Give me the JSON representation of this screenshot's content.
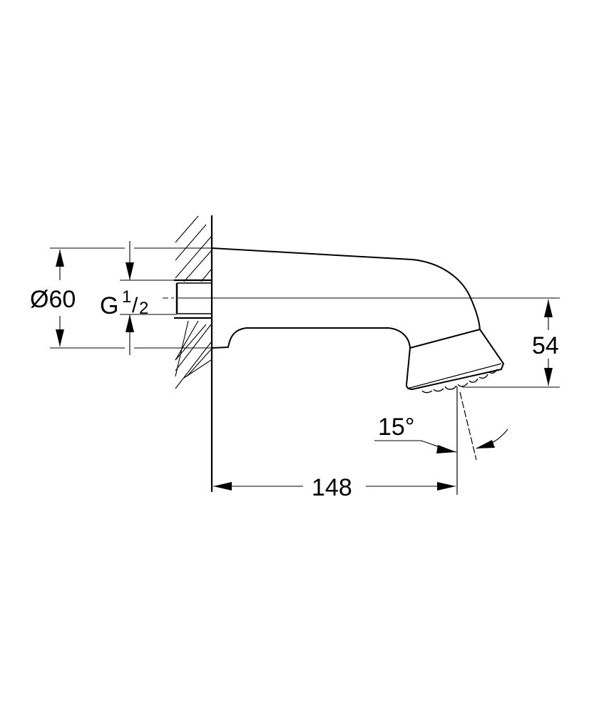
{
  "diagram": {
    "subject": "Bath spout with hand shower head, side view mounted on wall",
    "colors": {
      "line": "#000000",
      "background": "#ffffff"
    },
    "dimensions": {
      "diameter": {
        "label": "Ø60",
        "description": "wall flange diameter"
      },
      "thread": {
        "prefix": "G",
        "numerator": "1",
        "slash": "/",
        "denominator": "2",
        "description": "G 1/2 thread connection"
      },
      "height": {
        "label": "54",
        "description": "vertical distance from pipe centerline to shower face"
      },
      "length": {
        "label": "148",
        "description": "projection from wall to outlet"
      },
      "angle": {
        "label": "15°",
        "description": "spray angle from vertical"
      }
    },
    "elements": [
      "wall-section-hatched",
      "threaded-connection",
      "spout-body",
      "shower-head",
      "centerline"
    ]
  }
}
